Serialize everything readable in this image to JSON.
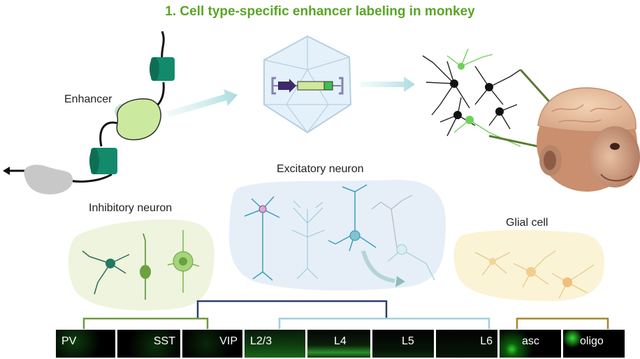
{
  "title": "1. Cell type-specific enhancer labeling in monkey",
  "labels": {
    "enhancer": "Enhancer",
    "excitatory": "Excitatory neuron",
    "inhibitory": "Inhibitory neuron",
    "glial": "Glial cell"
  },
  "tiles": [
    {
      "label": "PV"
    },
    {
      "label": "SST"
    },
    {
      "label": "VIP"
    },
    {
      "label": "L2/3"
    },
    {
      "label": "L4"
    },
    {
      "label": "L5"
    },
    {
      "label": "L6"
    },
    {
      "label": "asc"
    },
    {
      "label": "oligo"
    }
  ],
  "colors": {
    "title": "#5aa526",
    "inhibitory_bracket": "#6f9a3a",
    "excitatory_bracket": "#9fcfdc",
    "glial_bracket": "#a8852e",
    "top_bracket": "#2c3e6b",
    "signal_green": "#2dd12d"
  }
}
